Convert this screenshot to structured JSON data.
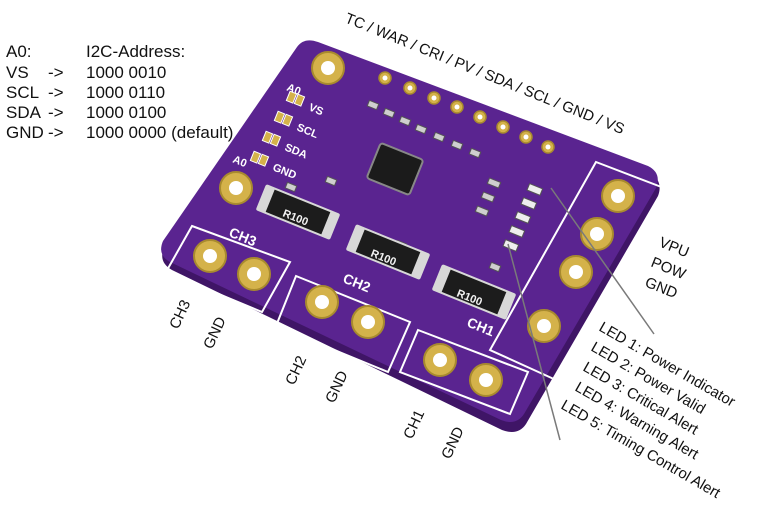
{
  "address_table": {
    "header": {
      "pin": "A0:",
      "value": "I2C-Address:"
    },
    "rows": [
      {
        "pin": "VS",
        "arrow": "->",
        "value": "1000 0010"
      },
      {
        "pin": "SCL",
        "arrow": "->",
        "value": "1000 0110"
      },
      {
        "pin": "SDA",
        "arrow": "->",
        "value": "1000 0100"
      },
      {
        "pin": "GND",
        "arrow": "->",
        "value": "1000 0000 (default)"
      }
    ]
  },
  "top_header_label": "TC / WAR / CRI / PV / SDA / SCL / GND / VS",
  "right_terminals": {
    "vpu": "VPU",
    "pow": "POW",
    "gnd": "GND"
  },
  "channels": {
    "ch3": "CH3",
    "gnd3": "GND",
    "ch2": "CH2",
    "gnd2": "GND",
    "ch1": "CH1",
    "gnd1": "GND"
  },
  "leds": [
    "LED 1: Power Indicator",
    "LED 2: Power Valid",
    "LED 3: Critical Alert",
    "LED 4: Warning Alert",
    "LED 5: Timing Control Alert"
  ],
  "board": {
    "silk_a0_top": "A0",
    "silk_a0_bottom": "A0",
    "silk_vs": "VS",
    "silk_scl": "SCL",
    "silk_sda": "SDA",
    "silk_gnd": "GND",
    "silk_ch3": "CH3",
    "silk_ch2": "CH2",
    "silk_ch1": "CH1",
    "resistor_r1": "R100",
    "resistor_r2": "R100",
    "resistor_r3": "R100"
  },
  "colors": {
    "pcb": "#5a2490",
    "pcb_dark": "#3f1566",
    "gold": "#d4b24a",
    "silk": "#ffffff"
  }
}
